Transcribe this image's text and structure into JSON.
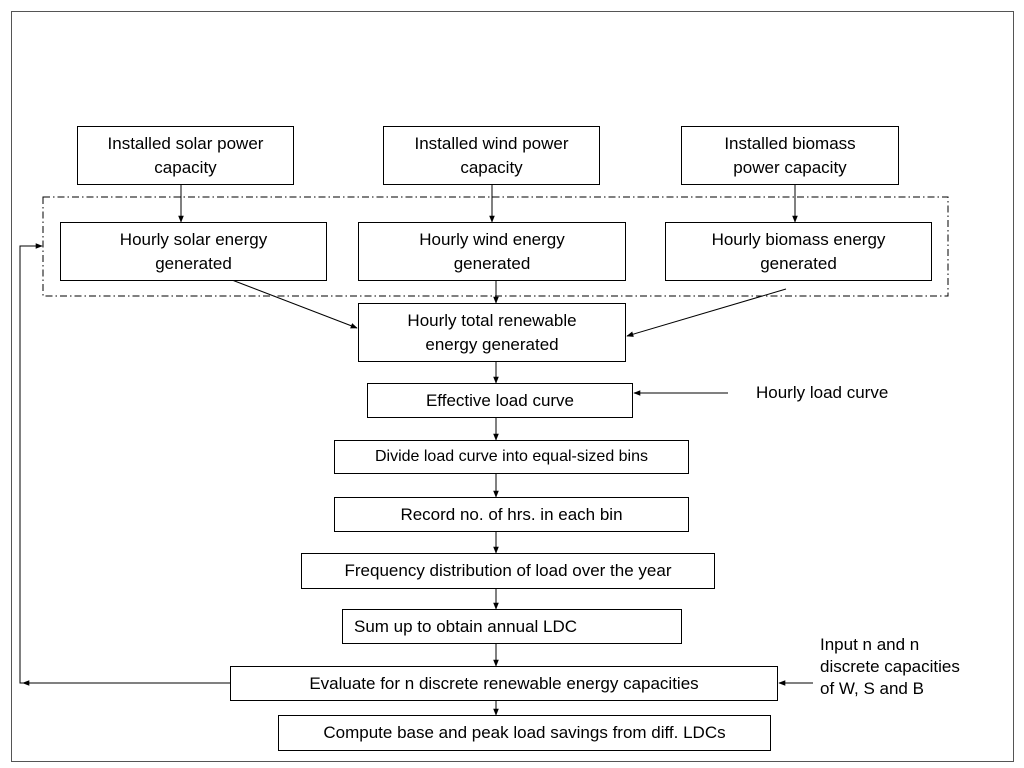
{
  "colors": {
    "stroke": "#000000",
    "background": "#ffffff",
    "frame": "#555555"
  },
  "inputs": {
    "solar_capacity": "Installed solar power\ncapacity",
    "wind_capacity": "Installed wind power\ncapacity",
    "biomass_capacity": "Installed biomass\npower capacity"
  },
  "hourly_generation": {
    "solar": "Hourly solar energy\ngenerated",
    "wind": "Hourly wind energy\ngenerated",
    "biomass": "Hourly biomass energy\ngenerated"
  },
  "steps": {
    "total_renewable": "Hourly total renewable\nenergy generated",
    "effective_load": "Effective load curve",
    "divide_bins": "Divide load curve into equal-sized bins",
    "record_hours": "Record no. of hrs. in each bin",
    "frequency_distribution": "Frequency distribution of load over the year",
    "sum_ldc": "Sum up to obtain annual LDC",
    "evaluate": "Evaluate for n discrete renewable energy capacities",
    "compute_savings": "Compute base and peak load savings from diff. LDCs"
  },
  "side_inputs": {
    "hourly_load_curve": "Hourly load curve",
    "input_n": "Input n and n\ndiscrete capacities\nof W, S and B"
  }
}
